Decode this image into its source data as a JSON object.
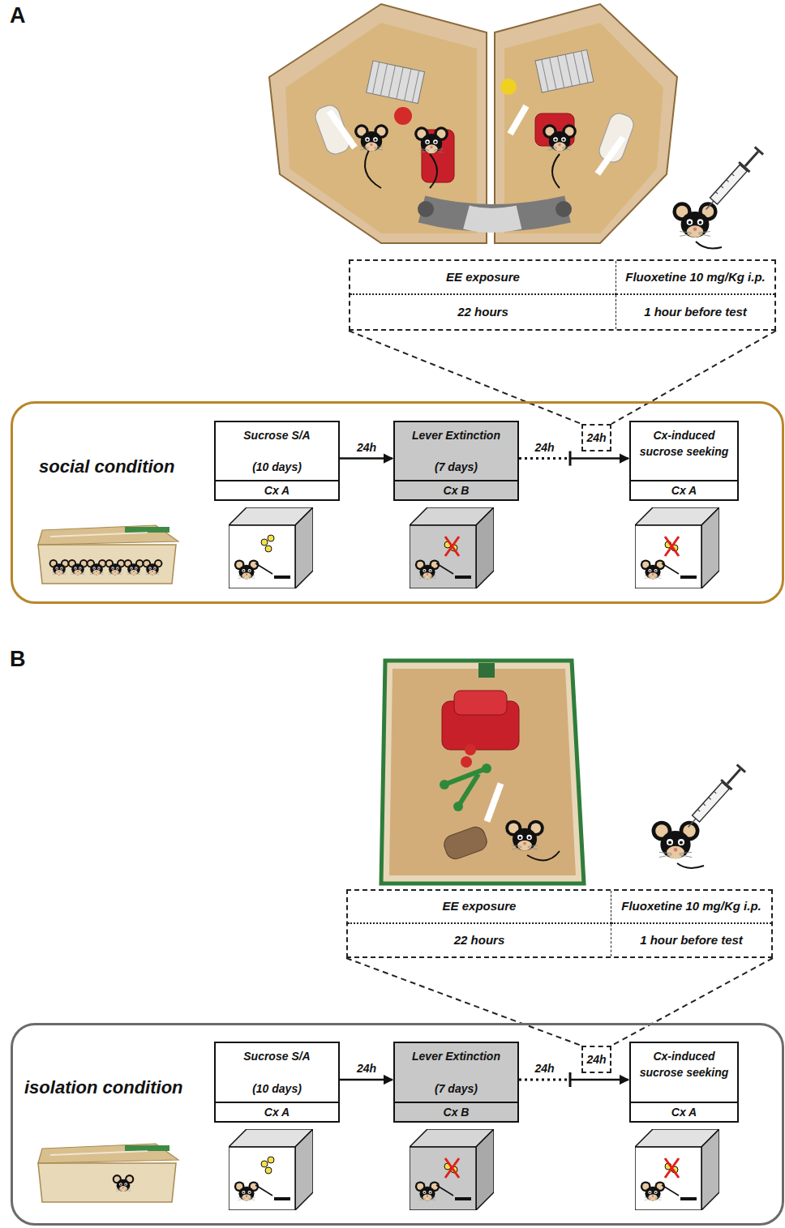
{
  "diagram": {
    "nodes": [
      {
        "text": [
          "EE exposure",
          "Fluoxetine 10 mg/Kg i.p.",
          "22 hours",
          "1 hour before test"
        ]
      },
      {
        "text": [
          "social condition"
        ]
      },
      {
        "text": [
          "Sucrose S/A",
          "(10 days)",
          "Cx A"
        ],
        "in": 1
      },
      {
        "text": [
          "Lever Extinction",
          "(7 days)",
          "Cx B"
        ],
        "in": 1
      },
      {
        "text": [
          "24h"
        ],
        "in": 1
      },
      {
        "text": [
          "Cx-induced sucrose seeking",
          "Cx A"
        ],
        "in": 1
      },
      {
        "text": [
          "EE exposure",
          "Fluoxetine 10 mg/Kg i.p.",
          "22 hours",
          "1 hour before test"
        ]
      },
      {
        "text": [
          "isolation condition"
        ]
      },
      {
        "text": [
          "Sucrose S/A",
          "(10 days)",
          "Cx A"
        ],
        "in": 7
      },
      {
        "text": [
          "Lever Extinction",
          "(7 days)",
          "Cx B"
        ],
        "in": 7
      },
      {
        "text": [
          "24h"
        ],
        "in": 7
      },
      {
        "text": [
          "Cx-induced sucrose seeking",
          "Cx A"
        ],
        "in": 7
      }
    ],
    "edges": [
      {
        "from": 2,
        "to": 3,
        "label": "24h",
        "arrow": "to"
      },
      {
        "from": 3,
        "to": 5,
        "label": "24h",
        "arrow": "to"
      },
      {
        "from": 0,
        "to": 4,
        "arrow": "none"
      },
      {
        "from": 8,
        "to": 9,
        "label": "24h",
        "arrow": "to"
      },
      {
        "from": 9,
        "to": 11,
        "label": "24h",
        "arrow": "to"
      },
      {
        "from": 6,
        "to": 10,
        "arrow": "none"
      }
    ],
    "labels": [
      "A",
      "B"
    ]
  }
}
